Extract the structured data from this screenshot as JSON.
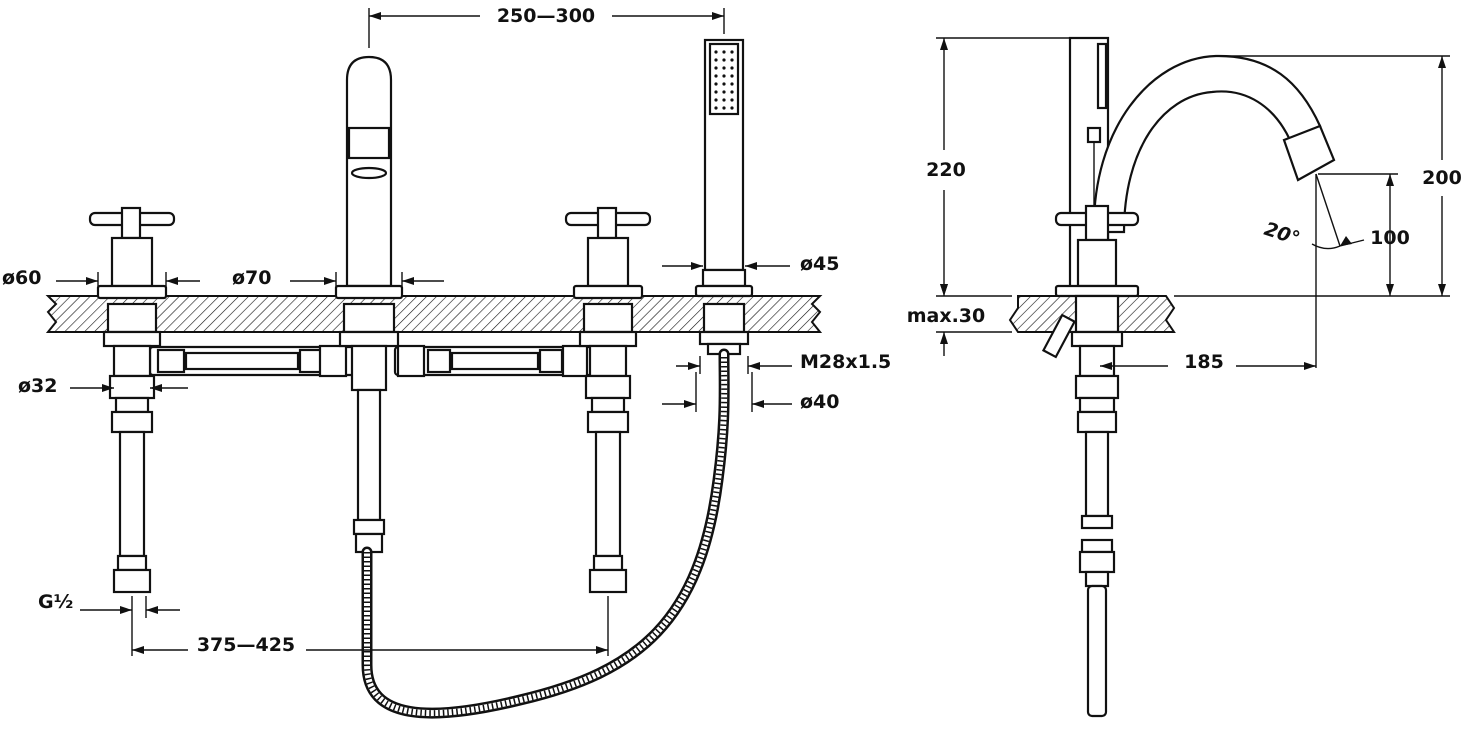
{
  "front_view": {
    "dim_spout_to_shower": "250—300",
    "dim_handle_dia": "ø60",
    "dim_spout_base_dia": "ø70",
    "dim_shower_holder_dia": "ø45",
    "dim_inlet_dia": "ø32",
    "dim_thread": "M28x1.5",
    "dim_shower_hole_dia": "ø40",
    "dim_connection": "G½",
    "dim_valve_spacing": "375—425"
  },
  "side_view": {
    "dim_overall_height": "220",
    "dim_spout_height": "200",
    "dim_spout_angle": "20°",
    "dim_outlet_height": "100",
    "dim_max_deck": "max.30",
    "dim_spout_reach": "185"
  }
}
